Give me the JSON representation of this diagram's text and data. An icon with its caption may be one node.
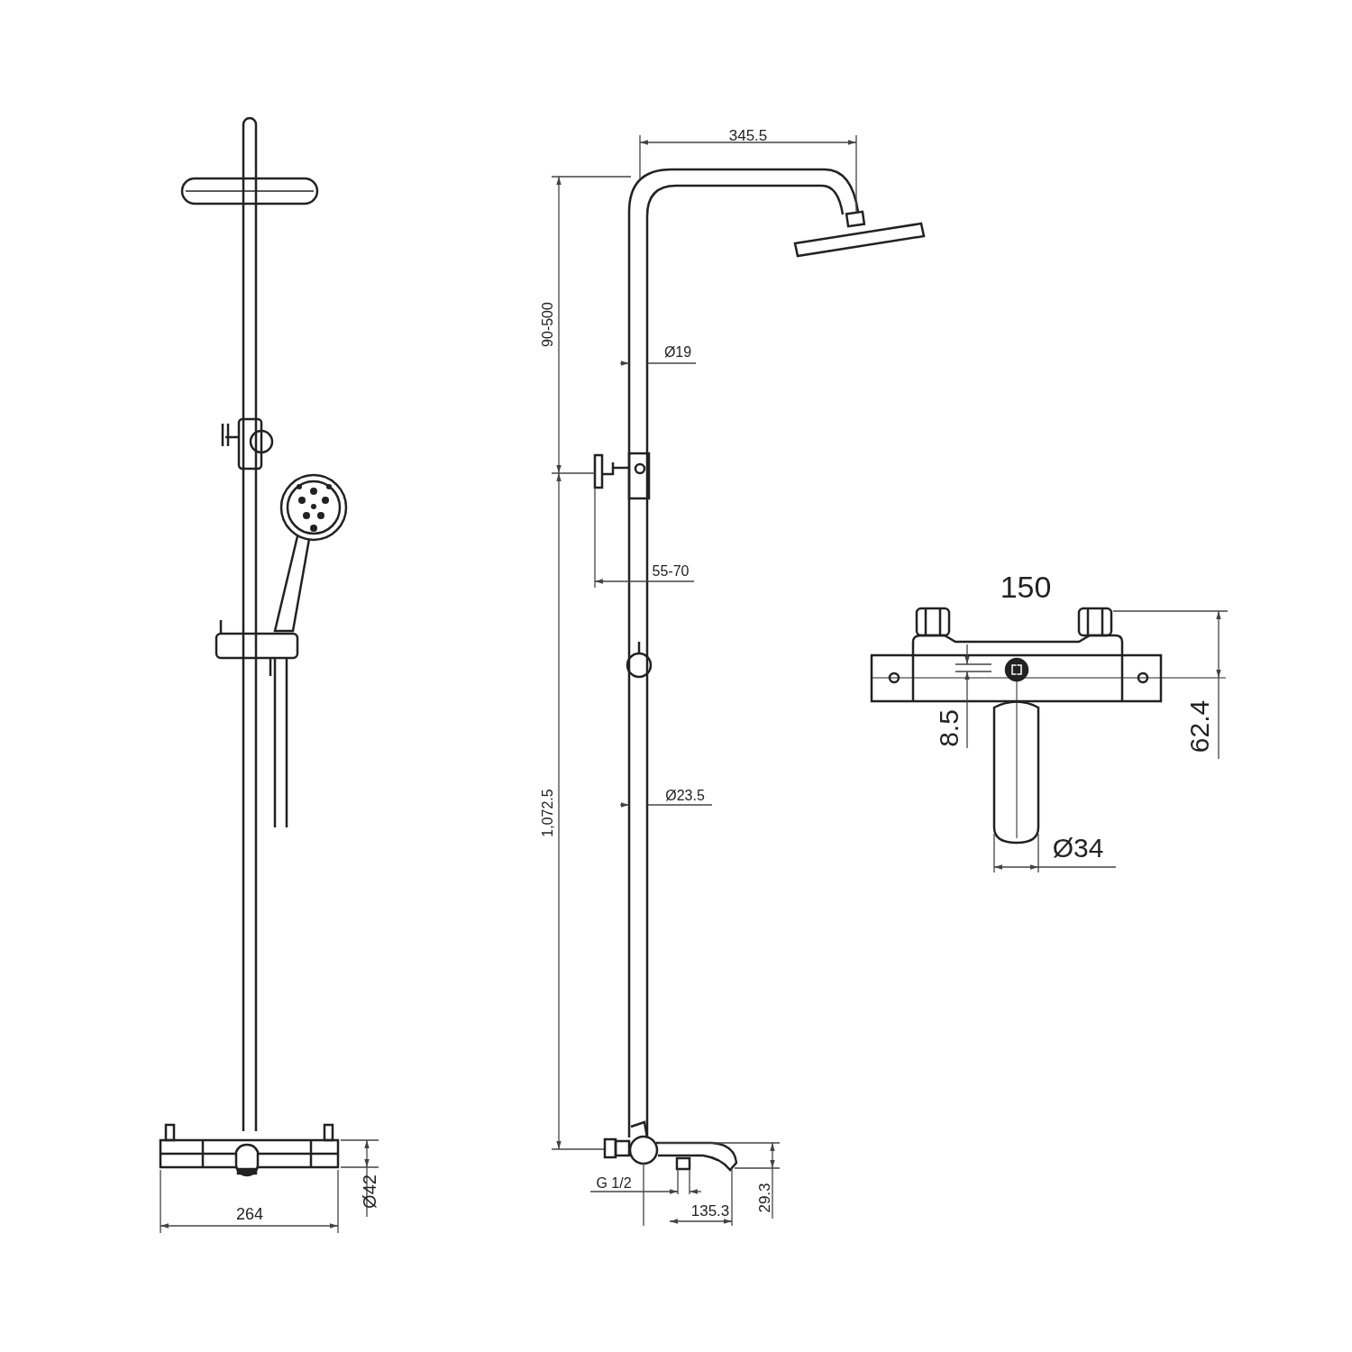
{
  "diagram": {
    "labels": [
      "345.5",
      "90-500",
      "Ø19",
      "55-70",
      "150",
      "62.4",
      "8.5",
      "1,072.5",
      "Ø23.5",
      "Ø34",
      "264",
      "Ø42",
      "G 1/2",
      "135.3",
      "29.3"
    ]
  }
}
